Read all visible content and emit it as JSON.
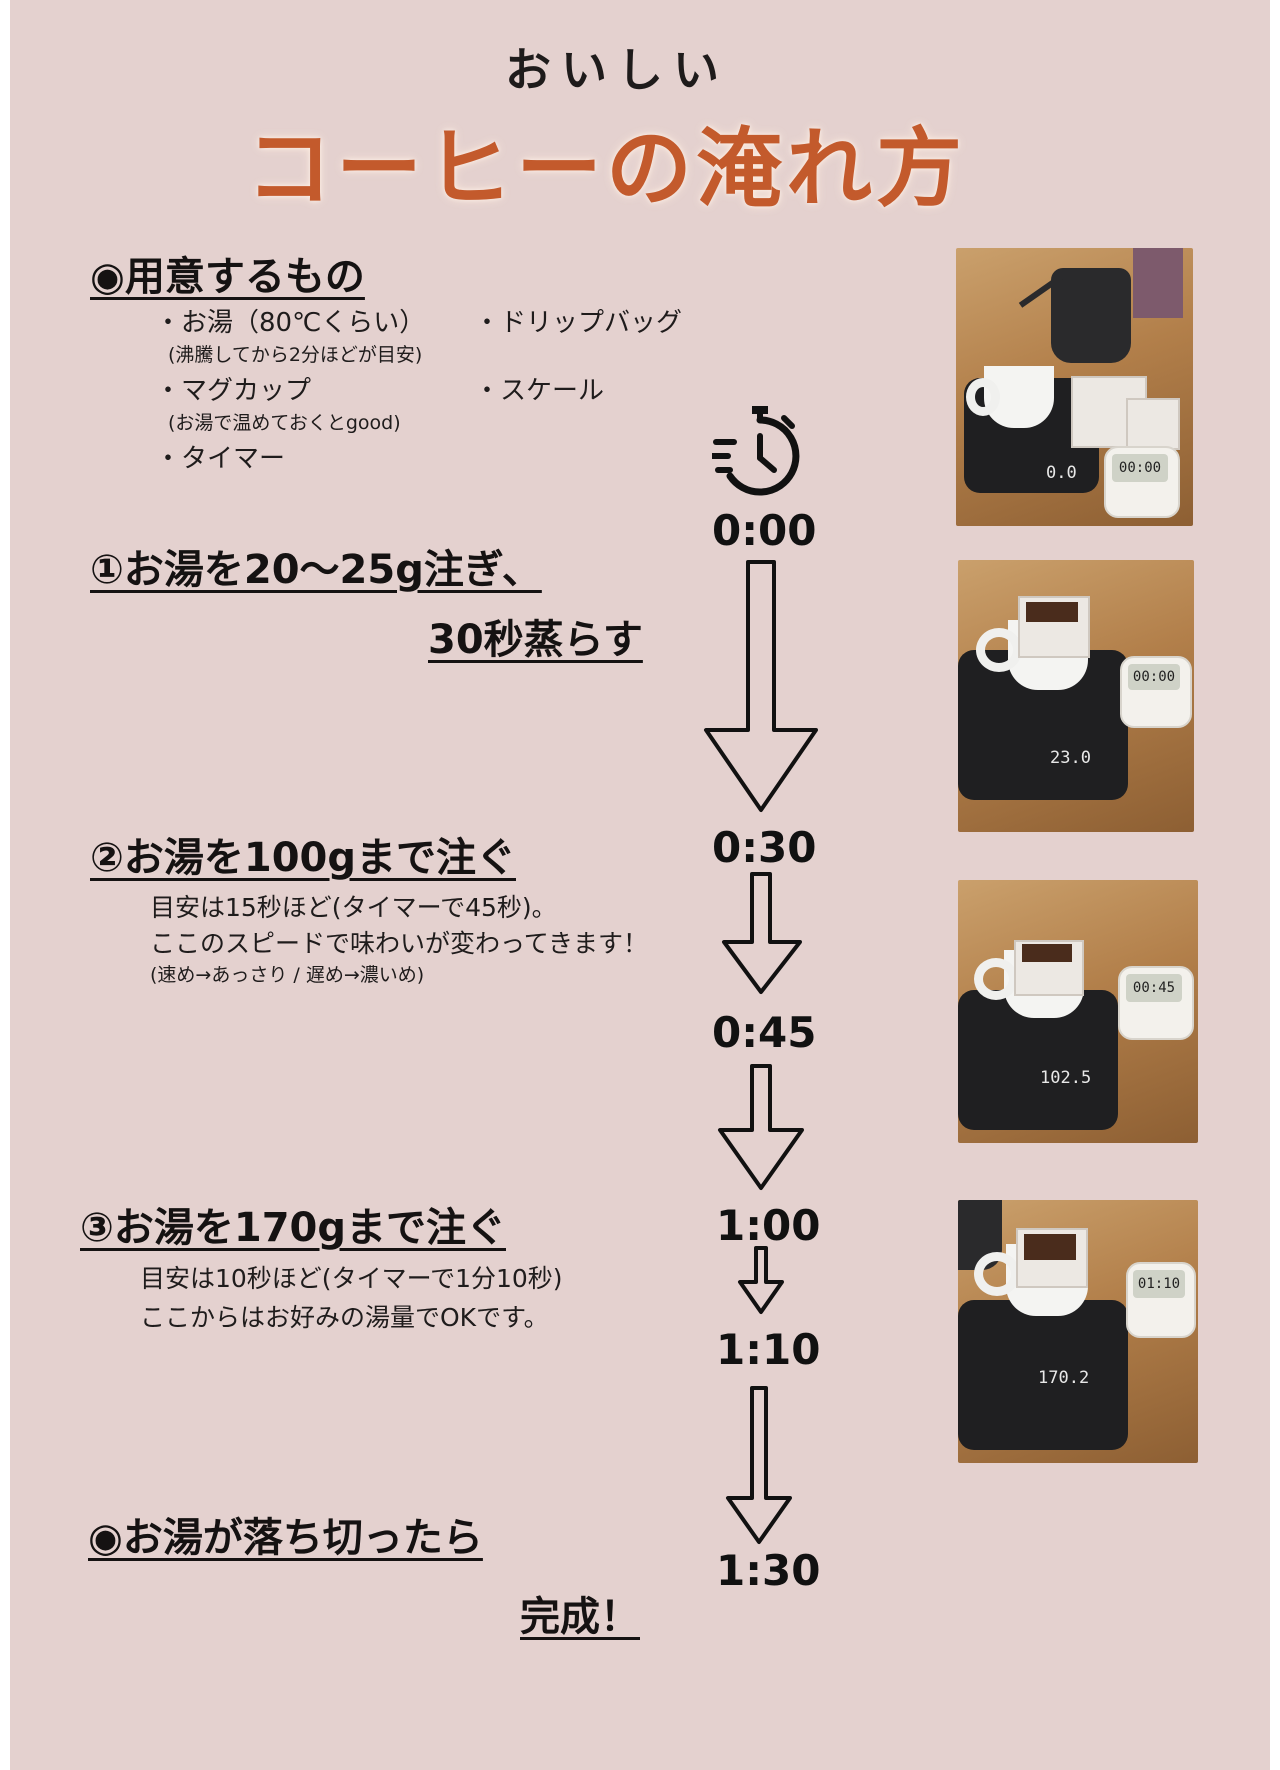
{
  "header": {
    "subtitle": "おいしい",
    "title": "コーヒーの淹れ方"
  },
  "prep": {
    "heading": "◉用意するもの",
    "items": [
      {
        "label": "・お湯（80℃くらい）",
        "note": "(沸騰してから2分ほどが目安)"
      },
      {
        "label": "・ドリップバッグ"
      },
      {
        "label": "・マグカップ",
        "note": "(お湯で温めておくとgood)"
      },
      {
        "label": "・スケール"
      },
      {
        "label": "・タイマー"
      }
    ]
  },
  "steps": [
    {
      "heading_line1": "①お湯を20〜25g注ぎ、",
      "heading_line2": "30秒蒸らす"
    },
    {
      "heading": "②お湯を100gまで注ぐ",
      "desc1": "目安は15秒ほど(タイマーで45秒)。",
      "desc2": "ここのスピードで味わいが変わってきます！",
      "desc3": "(速め→あっさり / 遅め→濃いめ)"
    },
    {
      "heading": "③お湯を170gまで注ぐ",
      "desc1": "目安は10秒ほど(タイマーで1分10秒)",
      "desc2": "ここからはお好みの湯量でOKです。"
    },
    {
      "heading_line1": "◉お湯が落ち切ったら",
      "heading_line2": "完成！"
    }
  ],
  "timeline": {
    "icon": "stopwatch-icon",
    "times": [
      "0:00",
      "0:30",
      "0:45",
      "1:00",
      "1:10",
      "1:30"
    ]
  },
  "photos": [
    {
      "scale_reading": "0.0",
      "timer_reading": "00:00"
    },
    {
      "scale_reading": "23.0",
      "timer_reading": "00:00"
    },
    {
      "scale_reading": "102.5",
      "timer_reading": "00:45"
    },
    {
      "scale_reading": "170.2",
      "timer_reading": "01:10"
    }
  ],
  "colors": {
    "background": "#e4d1cf",
    "title": "#c35a2c",
    "text": "#151212"
  }
}
